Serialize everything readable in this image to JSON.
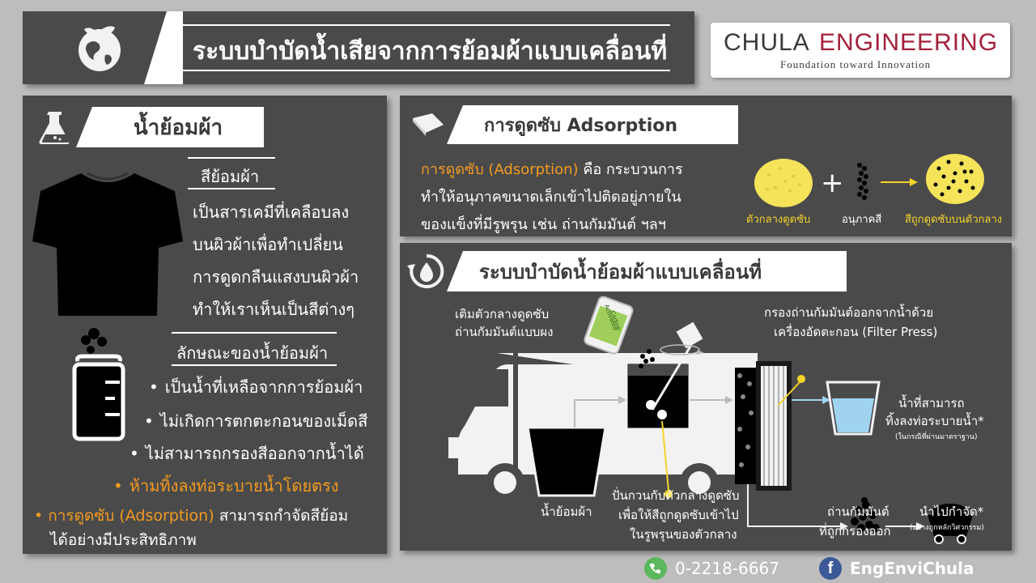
{
  "header": {
    "title": "ระบบบำบัดน้ำเสียจากการย้อมผ้าแบบเคลื่อนที่",
    "logo_main_left": "CHULA",
    "logo_main_right": "ENGINEERING",
    "logo_tagline": "Foundation toward Innovation"
  },
  "left_panel": {
    "title": "น้ำย้อมผ้า",
    "dye_heading": "สีย้อมผ้า",
    "dye_desc": [
      "เป็นสารเคมีที่เคลือบลง",
      "บนผิวผ้าเพื่อทำเปลี่ยน",
      "การดูดกลืนแสงบนผิวผ้า",
      "ทำให้เราเห็นเป็นสีต่างๆ"
    ],
    "char_heading": "ลักษณะของน้ำย้อมผ้า",
    "bullets": [
      "เป็นน้ำที่เหลือจากการย้อมผ้า",
      "ไม่เกิดการตกตะกอนของเม็ดสี",
      "ไม่สามารถกรองสีออกจากน้ำได้"
    ],
    "warning": "ห้ามทิ้งลงท่อระบายน้ำโดยตรง",
    "footer_highlight": "การดูดซับ (Adsorption)",
    "footer_rest": " สามารถกำจัดสีย้อม",
    "footer_line2": "ได้อย่างมีประสิทธิภาพ"
  },
  "adsorption_panel": {
    "title": "การดูดซับ Adsorption",
    "desc_highlight": "การดูดซับ (Adsorption)",
    "desc_line1_rest": " คือ กระบวนการ",
    "desc_line2": "ทำให้อนุภาคขนาดเล็กเข้าไปติดอยู่ภายใน",
    "desc_line3": "ของแข็งที่มีรูพรุน เช่น ถ่านกัมมันต์ ฯลฯ",
    "label_medium": "ตัวกลางดูดซับ",
    "label_particle": "อนุภาคสี",
    "label_result": "สีถูกดูดซับบนตัวกลาง",
    "plus": "+"
  },
  "system_panel": {
    "title": "ระบบบำบัดน้ำย้อมผ้าแบบเคลื่อนที่",
    "add_medium": [
      "เติมตัวกลางดูดซับ",
      "ถ่านกัมมันต์แบบผง"
    ],
    "carbon_pack": [
      "Activated",
      "Carbon"
    ],
    "filter": [
      "กรองถ่านกัมมันต์ออกจากน้ำด้วย",
      "เครื่องอัดตะกอน (Filter Press)"
    ],
    "treated_water": [
      "น้ำที่สามารถ",
      "ทิ้งลงท่อระบายน้ำ*"
    ],
    "treated_note": "(ในกรณีที่ผ่านมาตราฐาน)",
    "dye_water": "น้ำย้อมผ้า",
    "mix": [
      "ปั่นกวนกับตัวกลางดูดซับ",
      "เพื่อให้สีถูกดูดซับเข้าไป",
      "ในรูพรุนของตัวกลาง"
    ],
    "filtered_carbon": [
      "ถ่านกัมมันต์",
      "ที่ถูกกรองออก"
    ],
    "dispose": "นำไปกำจัด*",
    "dispose_note": "(อย่างถูกหลักวิศวกรรม)"
  },
  "footer": {
    "phone": "0-2218-6667",
    "facebook": "EngEnviChula"
  },
  "colors": {
    "panel": "#4a4a4a",
    "orange": "#f39a21",
    "yellow": "#f5d42a",
    "water": "#9fd3f0",
    "logo_red": "#a3213a"
  }
}
